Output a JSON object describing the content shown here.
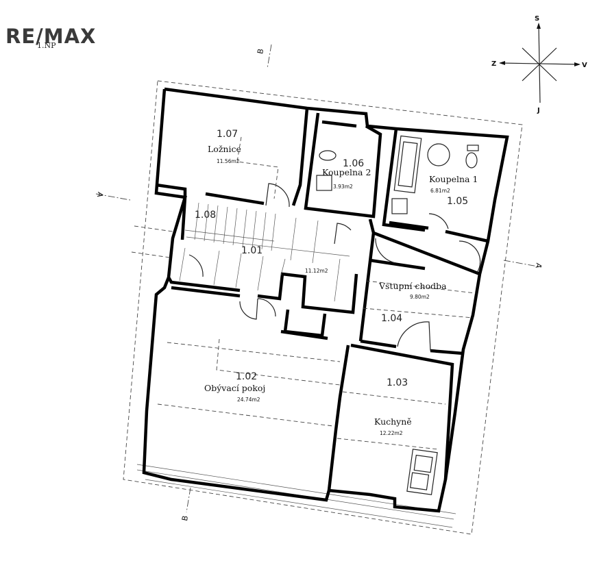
{
  "brand": {
    "logo_text": "RE/MAX",
    "floor_label": "1.NP"
  },
  "compass": {
    "north_top": "S",
    "west": "Z",
    "east": "V",
    "south_bottom": "J"
  },
  "section_marks": {
    "a_left": "A",
    "a_right": "A",
    "b_top": "B",
    "b_bottom": "B"
  },
  "rooms": [
    {
      "id": "room-107",
      "number": "1.07",
      "name": "Ložnice",
      "area": "11.56m2"
    },
    {
      "id": "room-106",
      "number": "1.06",
      "name": "Koupelna 2",
      "area": "3.93m2"
    },
    {
      "id": "room-105",
      "number": "1.05",
      "name": "Koupelna 1",
      "area": "6.81m2"
    },
    {
      "id": "room-108",
      "number": "1.08",
      "name": "",
      "area": ""
    },
    {
      "id": "room-101",
      "number": "1.01",
      "name": "",
      "area": "11.12m2"
    },
    {
      "id": "room-104",
      "number": "1.04",
      "name": "Vstupní chodba",
      "area": "9.80m2"
    },
    {
      "id": "room-102",
      "number": "1.02",
      "name": "Obývací pokoj",
      "area": "24.74m2"
    },
    {
      "id": "room-103",
      "number": "1.03",
      "name": "Kuchyně",
      "area": "12.22m2"
    }
  ]
}
